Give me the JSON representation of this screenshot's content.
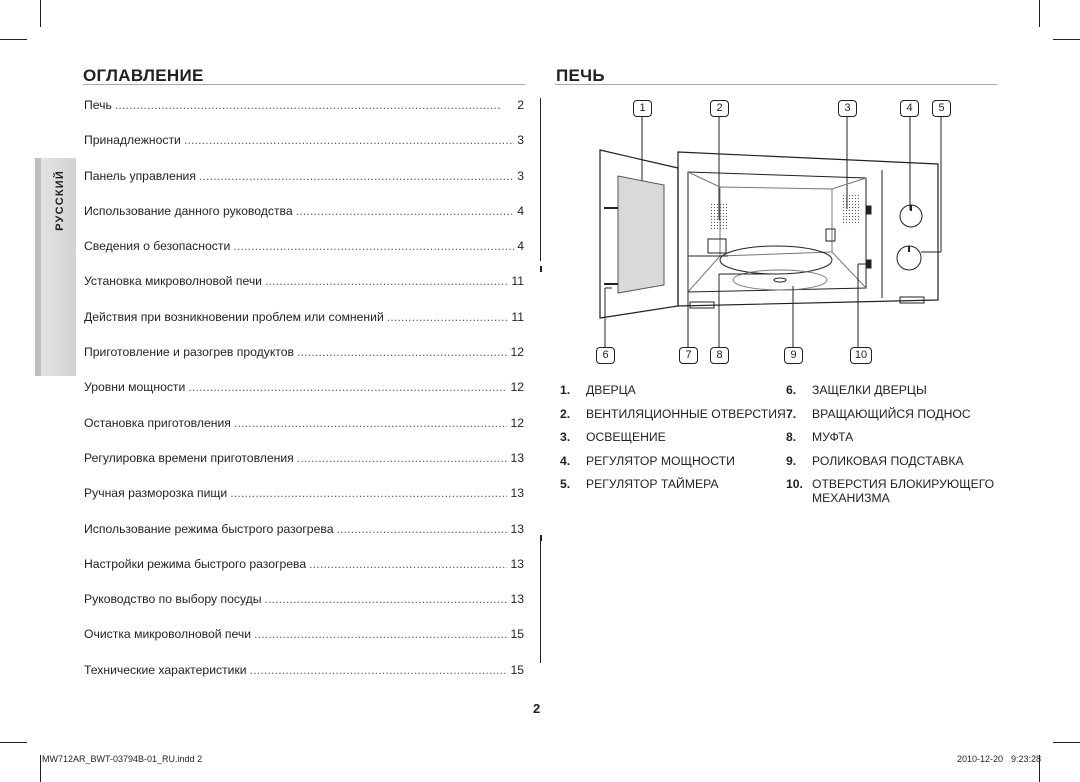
{
  "toc": {
    "title": "ОГЛАВЛЕНИЕ",
    "language_tab": "РУССКИЙ",
    "items": [
      {
        "title": "Печь",
        "page": "2"
      },
      {
        "title": "Принадлежности",
        "page": "3"
      },
      {
        "title": "Панель управления",
        "page": "3"
      },
      {
        "title": "Использование данного руководства",
        "page": "4"
      },
      {
        "title": "Сведения о безопасности",
        "page": "4"
      },
      {
        "title": "Установка микроволновой печи",
        "page": "11"
      },
      {
        "title": "Действия при возникновении проблем или сомнений",
        "page": "11"
      },
      {
        "title": "Приготовление и разогрев продуктов",
        "page": "12"
      },
      {
        "title": "Уровни мощности",
        "page": "12"
      },
      {
        "title": "Остановка приготовления",
        "page": "12"
      },
      {
        "title": "Регулировка времени приготовления",
        "page": "13"
      },
      {
        "title": "Ручная разморозка пищи",
        "page": "13"
      },
      {
        "title": "Использование режима быстрого разогрева",
        "page": "13"
      },
      {
        "title": "Настройки режима быстрого разогрева",
        "page": "13"
      },
      {
        "title": "Руководство по выбору посуды",
        "page": "13"
      },
      {
        "title": "Очистка микроволновой печи",
        "page": "15"
      },
      {
        "title": "Технические характеристики",
        "page": "15"
      }
    ]
  },
  "oven": {
    "title": "ПЕЧЬ",
    "callouts_top": [
      "1",
      "2",
      "3",
      "4",
      "5"
    ],
    "callouts_bottom": [
      "6",
      "7",
      "8",
      "9",
      "10"
    ],
    "legend": [
      {
        "num": "1.",
        "label": "ДВЕРЦА"
      },
      {
        "num": "2.",
        "label": "ВЕНТИЛЯЦИОННЫЕ ОТВЕРСТИЯ"
      },
      {
        "num": "3.",
        "label": "ОСВЕЩЕНИЕ"
      },
      {
        "num": "4.",
        "label": "РЕГУЛЯТОР МОЩНОСТИ"
      },
      {
        "num": "5.",
        "label": "РЕГУЛЯТОР ТАЙМЕРА"
      },
      {
        "num": "6.",
        "label": "ЗАЩЕЛКИ ДВЕРЦЫ"
      },
      {
        "num": "7.",
        "label": "ВРАЩАЮЩИЙСЯ ПОДНОС"
      },
      {
        "num": "8.",
        "label": "МУФТА"
      },
      {
        "num": "9.",
        "label": "РОЛИКОВАЯ ПОДСТАВКА"
      },
      {
        "num": "10.",
        "label": "ОТВЕРСТИЯ БЛОКИРУЮЩЕГО",
        "label2": "МЕХАНИЗМА"
      }
    ]
  },
  "page_number": "2",
  "footer": {
    "file": "MW712AR_BWT-03794B-01_RU.indd   2",
    "date": "2010-12-20",
    "time": "9:23:28"
  }
}
